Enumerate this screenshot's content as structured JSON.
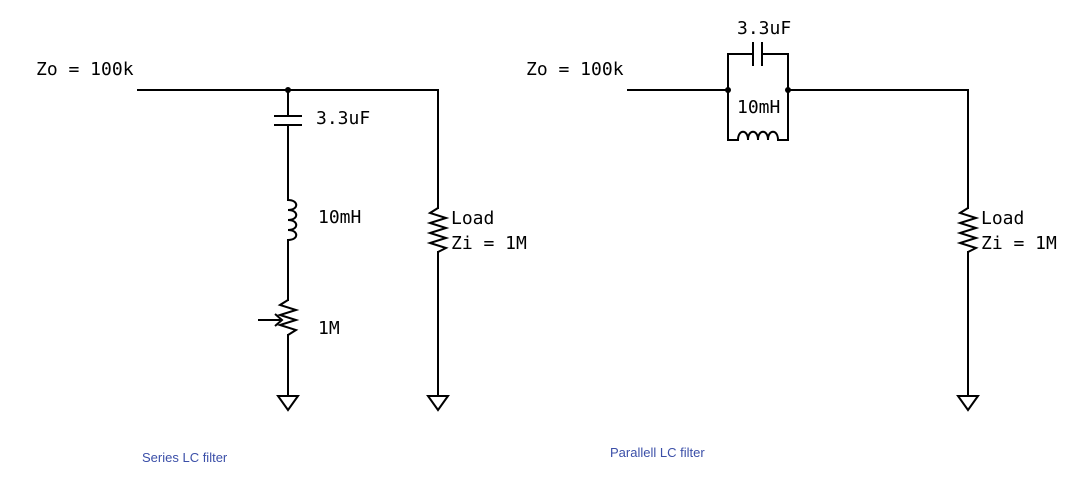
{
  "series": {
    "source_label": "Zo = 100k",
    "capacitor_label": "3.3uF",
    "inductor_label": "10mH",
    "pot_label": "1M",
    "load_label_line1": "Load",
    "load_label_line2": "Zi = 1M",
    "caption": "Series LC filter"
  },
  "parallel": {
    "source_label": "Zo = 100k",
    "capacitor_label": "3.3uF",
    "inductor_label": "10mH",
    "load_label_line1": "Load",
    "load_label_line2": "Zi = 1M",
    "caption": "Parallell LC filter"
  }
}
